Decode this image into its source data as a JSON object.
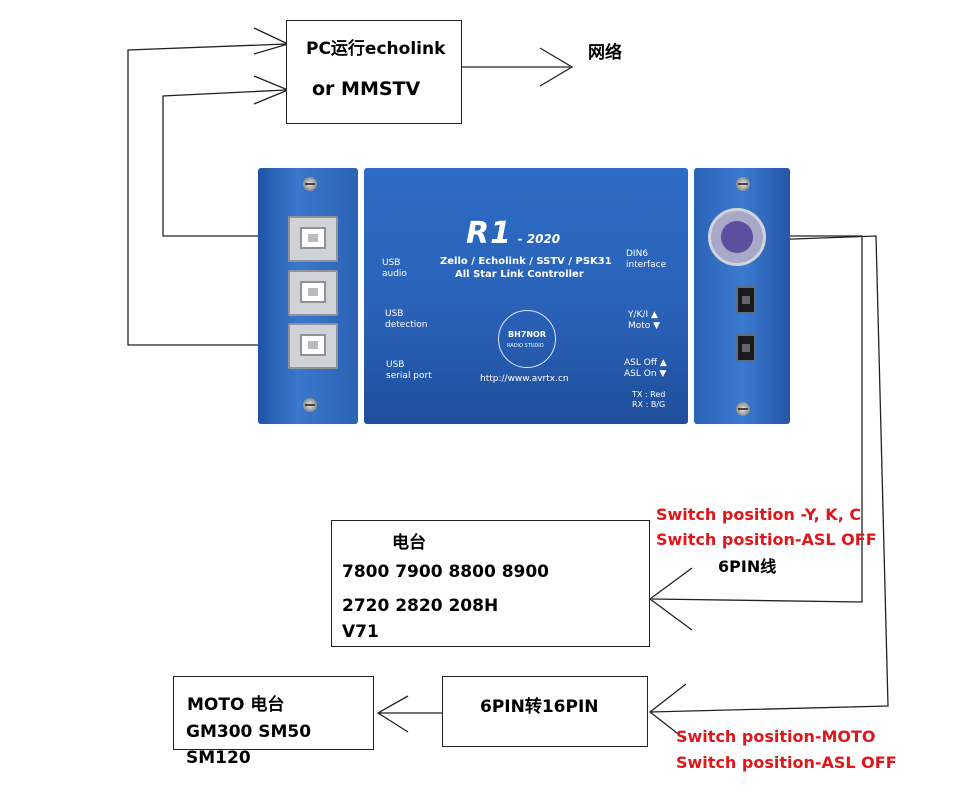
{
  "pc_box": {
    "line1": "PC运行echolink",
    "line2": "or  MMSTV"
  },
  "network_label": "网络",
  "device": {
    "logo": "R1",
    "logo_year": "- 2020",
    "title_line1": "Zello / Echolink / SSTV / PSK31",
    "title_line2": "All Star Link  Controller",
    "usb_audio": [
      "USB",
      "audio"
    ],
    "usb_detection": [
      "USB",
      "detection"
    ],
    "usb_serial": [
      "USB",
      "serial port"
    ],
    "din6": [
      "DIN6",
      "interface"
    ],
    "ykl_moto": [
      "Y/K/I ▲",
      "Moto ▼"
    ],
    "asl": [
      "ASL Off ▲",
      "ASL On ▼"
    ],
    "tx_rx": [
      "TX : Red",
      "RX : B/G"
    ],
    "url": "http://www.avrtx.cn",
    "badge_text": "BH7NOR",
    "badge_sub": "RADIO STUDIO"
  },
  "radio_box": {
    "title": "电台",
    "models_line1": "7800 7900 8800 8900",
    "models_line2": "2720  2820  208H",
    "models_line3": "V71"
  },
  "switch_note_1": [
    "Switch position -Y, K, C",
    "Switch position-ASL OFF"
  ],
  "cable_6pin": "6PIN线",
  "converter_box": "6PIN转16PIN",
  "moto_box": {
    "line1": "MOTO 电台",
    "line2": "GM300 SM50",
    "line3": "SM120"
  },
  "switch_note_2": [
    "Switch position-MOTO",
    "Switch position-ASL OFF"
  ],
  "colors": {
    "device_blue": "#2a62b8",
    "note_red": "#e0161b"
  }
}
